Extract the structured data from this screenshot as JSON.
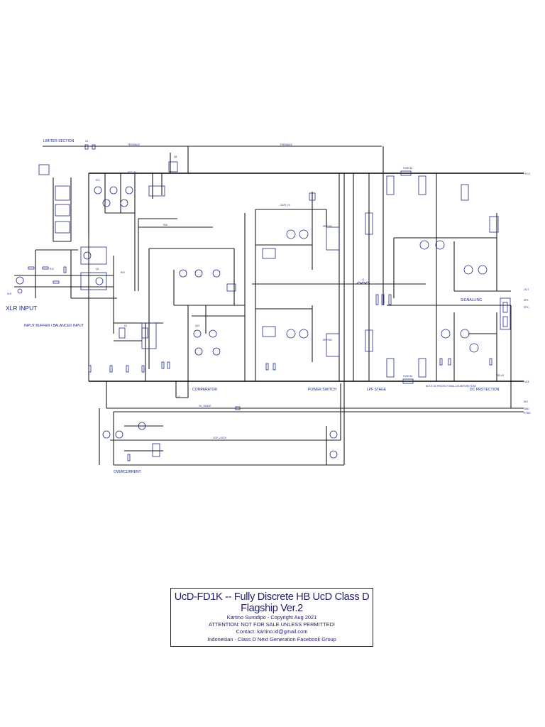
{
  "sections": {
    "limiter": "LIMITER SECTION",
    "xlr_input": "XLR INPUT",
    "input_buffer": "INPUT BUFFER / BALANCED INPUT",
    "comparator": "COMPARATOR",
    "power_switch": "POWER SWITCH",
    "lpf_stage": "LPF STAGE",
    "dc_protection": "DC PROTECTION",
    "signalling": "SIGNALLING",
    "overcurrent": "OVERCURRENT"
  },
  "title_block": {
    "title": "UcD-FD1K -- Fully Discrete HB UcD Class D Flagship Ver.2",
    "author": "Kartino Surodipo - Copyright Aug 2021",
    "warning": "ATTENTION: NOT FOR SALE UNLESS PERMITTED!",
    "contact": "Contact: kartino.id@gmail.com",
    "group": "Indonesian - Class D Next Generation Facebook Group"
  },
  "colors": {
    "wire": "#1a1a1a",
    "component": "#1b2a8a",
    "background": "#ffffff"
  }
}
